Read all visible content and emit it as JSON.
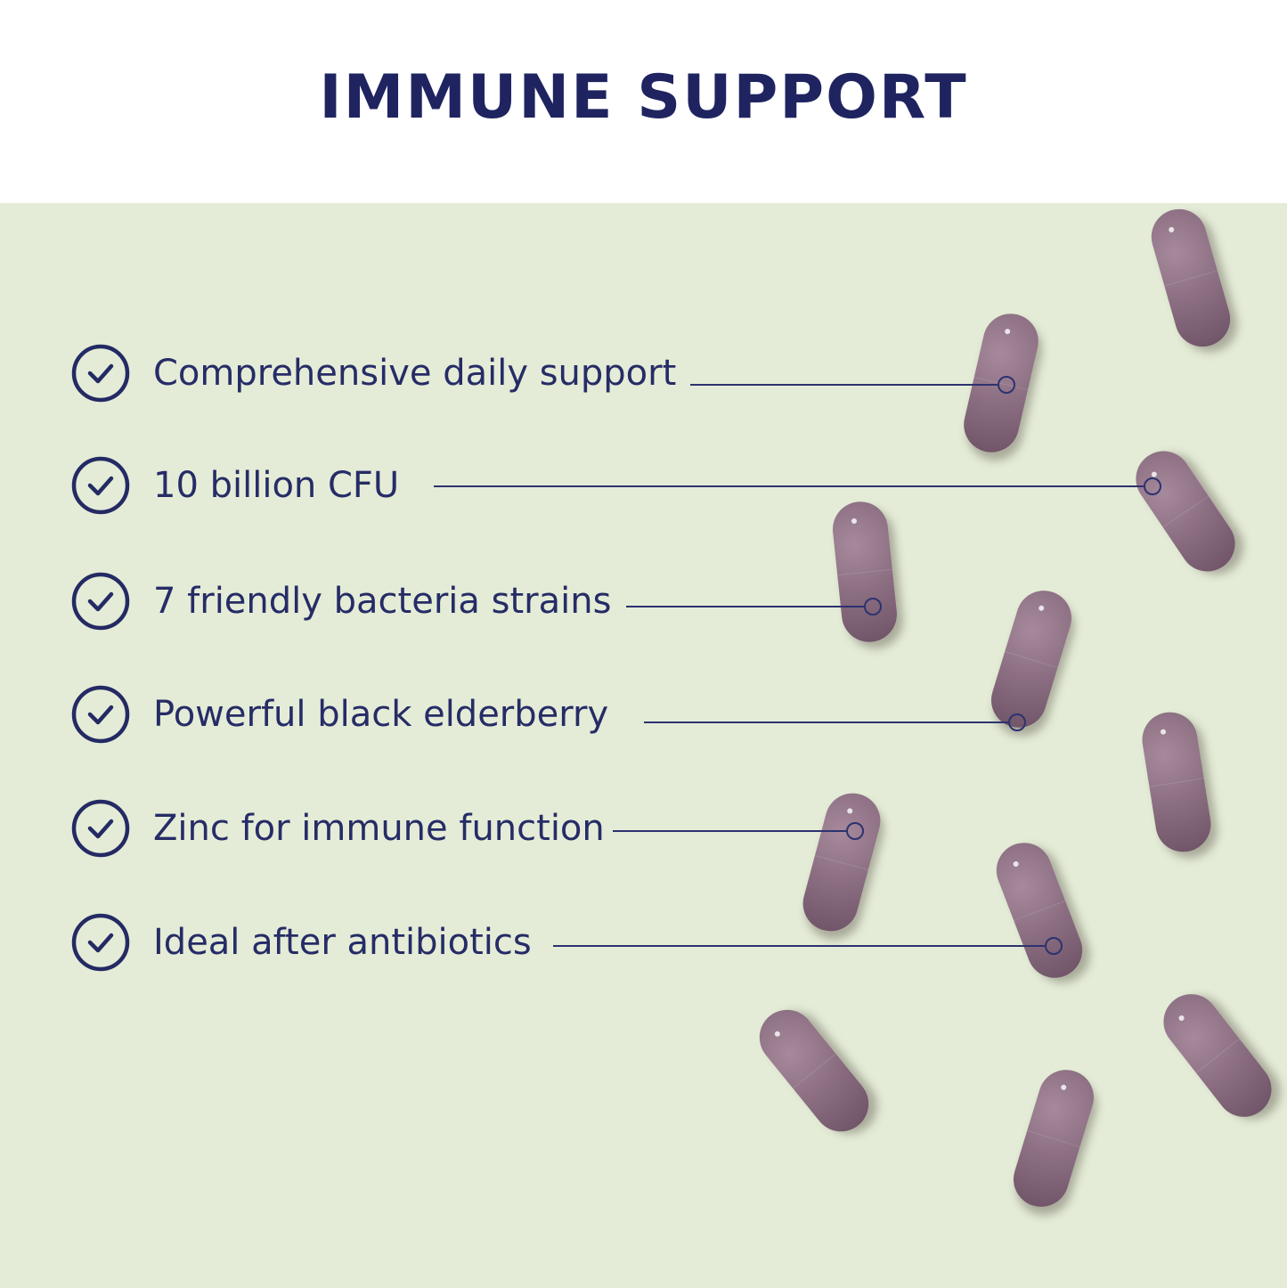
{
  "title": "IMMUNE SUPPORT",
  "features": [
    {
      "label": "Comprehensive daily support",
      "icon": "check-circle-icon"
    },
    {
      "label": "10 billion CFU",
      "icon": "check-circle-icon"
    },
    {
      "label": "7 friendly bacteria strains",
      "icon": "check-circle-icon"
    },
    {
      "label": "Powerful black elderberry",
      "icon": "check-circle-icon"
    },
    {
      "label": "Zinc for immune function",
      "icon": "check-circle-icon"
    },
    {
      "label": "Ideal after antibiotics",
      "icon": "check-circle-icon"
    }
  ],
  "colors": {
    "navy": "#1f2460",
    "background": "#e4ecd7",
    "capsule": "#8c6f82"
  }
}
